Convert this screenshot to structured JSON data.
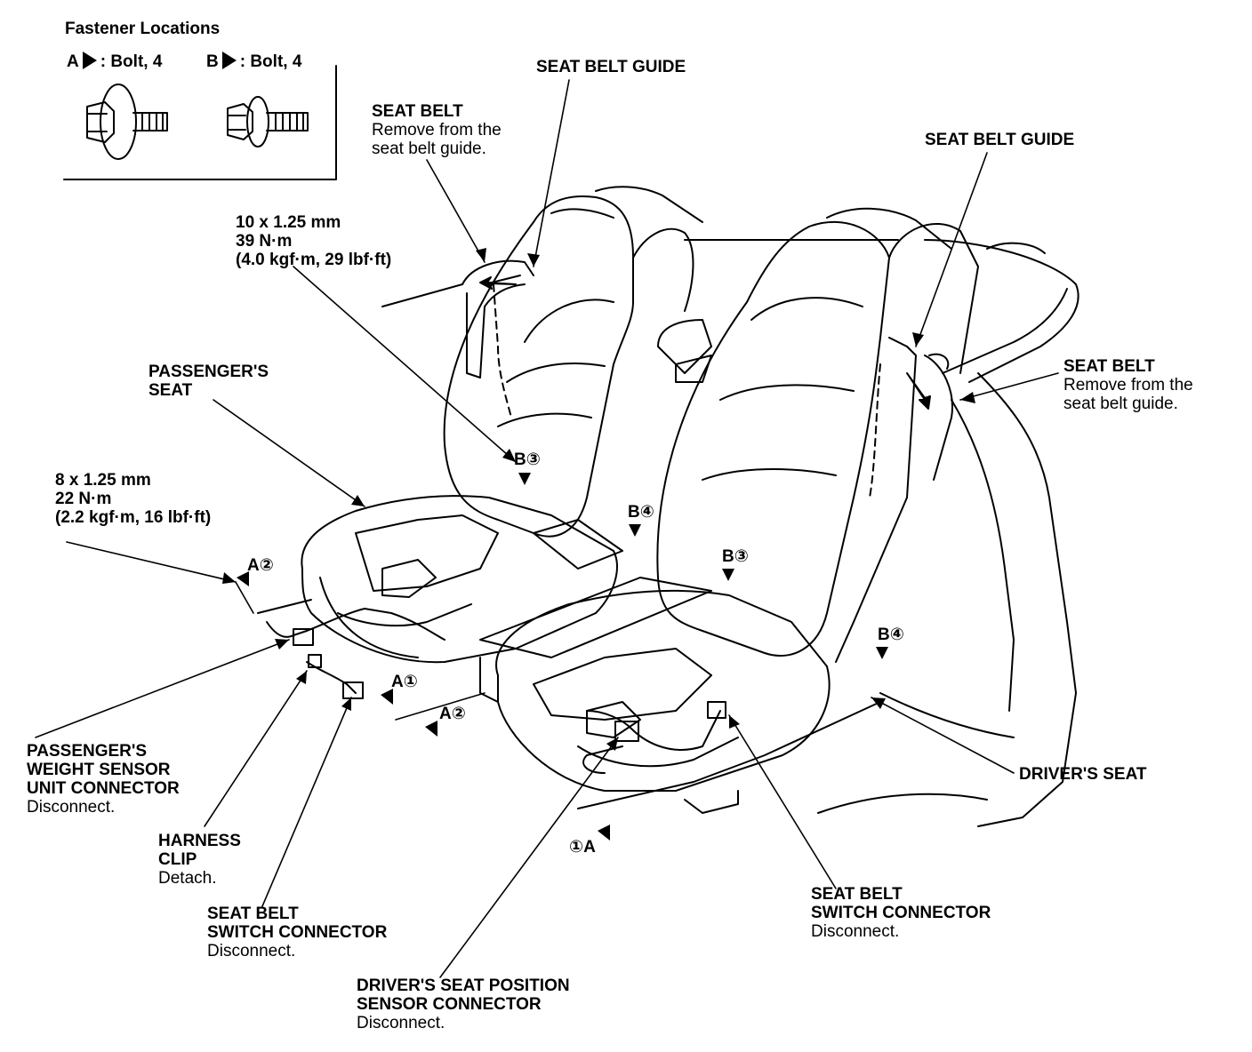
{
  "fastener_box": {
    "title": "Fastener Locations",
    "bolt_a": {
      "letter": "A",
      "text": ": Bolt, 4"
    },
    "bolt_b": {
      "letter": "B",
      "text": ": Bolt, 4"
    }
  },
  "labels": {
    "seat_belt_guide_top": "SEAT BELT GUIDE",
    "seat_belt_left": {
      "title": "SEAT BELT",
      "line1": "Remove from the",
      "line2": "seat belt guide."
    },
    "seat_belt_guide_right": "SEAT BELT GUIDE",
    "seat_belt_right": {
      "title": "SEAT BELT",
      "line1": "Remove from the",
      "line2": "seat belt guide."
    },
    "torque_b": {
      "line1": "10 x 1.25 mm",
      "line2": "39 N·m",
      "line3": "(4.0 kgf·m, 29 lbf·ft)"
    },
    "torque_a": {
      "line1": "8 x 1.25 mm",
      "line2": "22 N·m",
      "line3": "(2.2 kgf·m, 16 lbf·ft)"
    },
    "passenger_seat": {
      "line1": "PASSENGER'S",
      "line2": "SEAT"
    },
    "weight_sensor": {
      "line1": "PASSENGER'S",
      "line2": "WEIGHT SENSOR",
      "line3": "UNIT CONNECTOR",
      "action": "Disconnect."
    },
    "harness_clip": {
      "line1": "HARNESS",
      "line2": "CLIP",
      "action": "Detach."
    },
    "sb_switch_left": {
      "line1": "SEAT BELT",
      "line2": "SWITCH CONNECTOR",
      "action": "Disconnect."
    },
    "position_sensor": {
      "line1": "DRIVER'S SEAT POSITION",
      "line2": "SENSOR CONNECTOR",
      "action": "Disconnect."
    },
    "sb_switch_right": {
      "line1": "SEAT BELT",
      "line2": "SWITCH CONNECTOR",
      "action": "Disconnect."
    },
    "drivers_seat": "DRIVER'S SEAT"
  },
  "callouts": {
    "b3_pass": "B③",
    "b4_mid": "B④",
    "b3_drv": "B③",
    "b4_drv": "B④",
    "a2_left": "A②",
    "a1_mid": "A①",
    "a2_mid": "A②",
    "a1_front": "①A"
  }
}
